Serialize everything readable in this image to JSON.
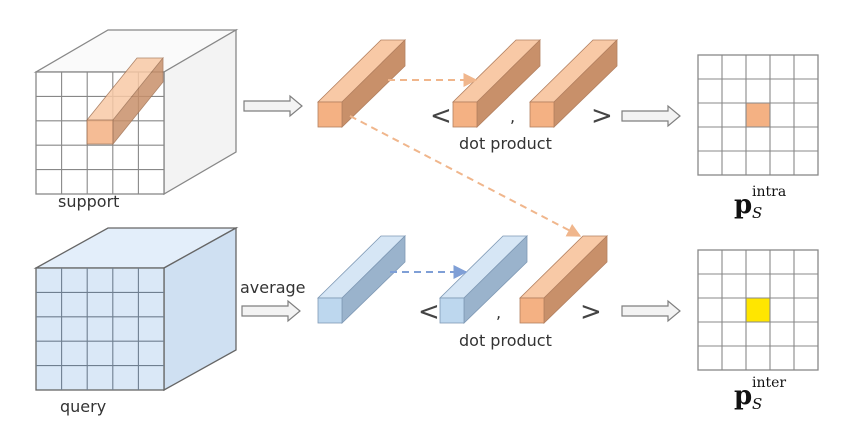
{
  "labels": {
    "support": "support",
    "query": "query",
    "average": "average",
    "dot_product_top": "dot product",
    "dot_product_bottom": "dot product",
    "comma": ",",
    "bracket_open": "<",
    "bracket_close": ">"
  },
  "outputs": {
    "intra": {
      "symbol": "p",
      "subscript": "S",
      "superscript": "intra"
    },
    "inter": {
      "symbol": "p",
      "subscript": "S",
      "superscript": "inter"
    }
  },
  "colors": {
    "orange_front": "#f4b183",
    "orange_top": "#f8c9a6",
    "orange_side": "#c8906a",
    "blue_front": "#bdd7ee",
    "blue_top": "#d6e6f5",
    "blue_side": "#9ab3cc",
    "query_front": "#dae8f7",
    "query_side": "#c7d9ec",
    "highlight_yellow": "#ffe600",
    "arrow_orange": "#f0b68c",
    "arrow_blue": "#7f9fd6"
  }
}
